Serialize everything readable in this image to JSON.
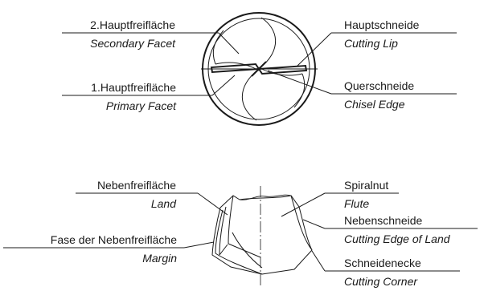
{
  "labels": {
    "secondary_facet": {
      "de": "2.Hauptfreifläche",
      "en": "Secondary Facet"
    },
    "primary_facet": {
      "de": "1.Hauptfreifläche",
      "en": "Primary Facet"
    },
    "cutting_lip": {
      "de": "Hauptschneide",
      "en": "Cutting Lip"
    },
    "chisel_edge": {
      "de": "Querschneide",
      "en": "Chisel Edge"
    },
    "land": {
      "de": "Nebenfreifläche",
      "en": "Land"
    },
    "margin": {
      "de": "Fase der Nebenfreifläche",
      "en": "Margin"
    },
    "flute": {
      "de": "Spiralnut",
      "en": "Flute"
    },
    "cutting_edge_of_land": {
      "de": "Nebenschneide",
      "en": "Cutting Edge of Land"
    },
    "cutting_corner": {
      "de": "Schneidenecke",
      "en": "Cutting Corner"
    }
  }
}
